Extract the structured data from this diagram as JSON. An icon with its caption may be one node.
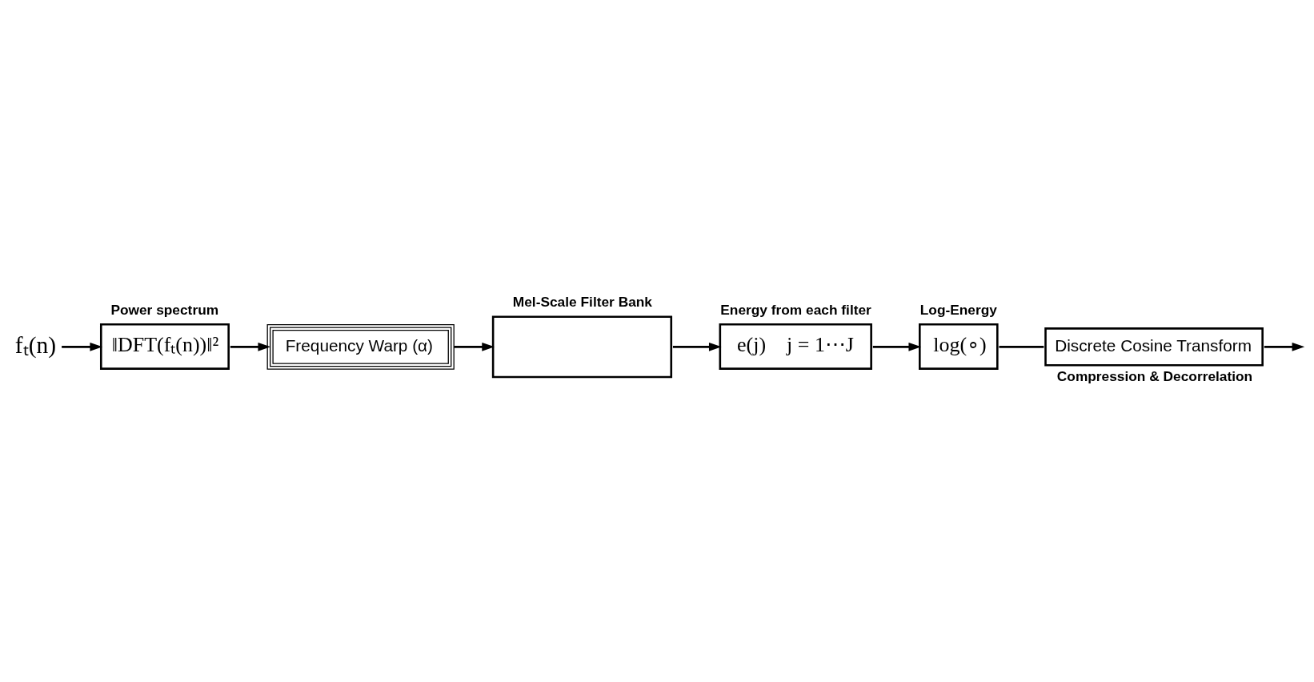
{
  "diagram": {
    "nodes": [
      {
        "text": [
          "fₜ(n)"
        ]
      },
      {
        "text": [
          "Power spectrum",
          "‖DFT(fₜ(n))‖²"
        ]
      },
      {
        "text": [
          "Frequency Warp (α)"
        ]
      },
      {
        "text": [
          "Mel-Scale Filter Bank"
        ]
      },
      {
        "text": [
          "Energy from each filter",
          "e(j)    j = 1⋯J"
        ]
      },
      {
        "text": [
          "Log-Energy",
          "log(∘)"
        ]
      },
      {
        "text": [
          "Discrete Cosine Transform"
        ],
        "beside": [
          "Compression & Decorrelation"
        ]
      }
    ],
    "edges": [
      {
        "from": 0,
        "to": 1,
        "arrow": "to"
      },
      {
        "from": 1,
        "to": 2,
        "arrow": "to"
      },
      {
        "from": 2,
        "to": 3,
        "arrow": "to"
      },
      {
        "from": 3,
        "to": 4,
        "arrow": "to"
      },
      {
        "from": 4,
        "to": 5,
        "arrow": "to"
      },
      {
        "from": 5,
        "to": 6,
        "arrow": "none"
      },
      {
        "from": 6,
        "to": null,
        "arrow": "to"
      }
    ]
  }
}
